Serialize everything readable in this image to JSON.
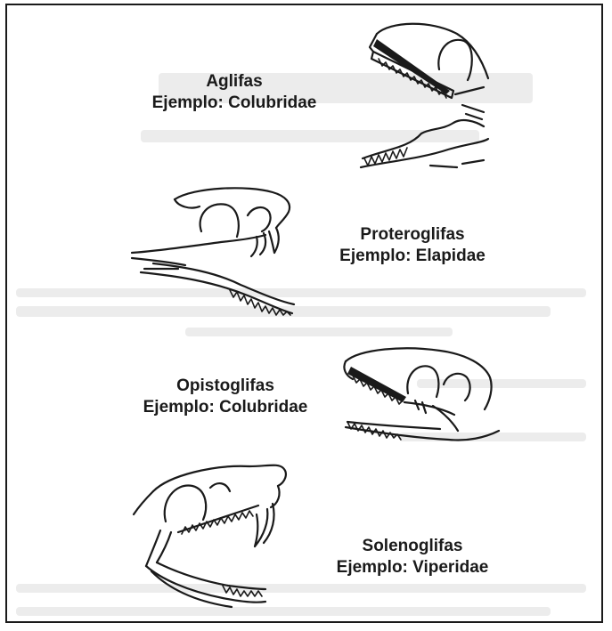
{
  "groups": [
    {
      "name": "Aglifas",
      "example": "Ejemplo: Colubridae",
      "icon": "aglyphous-snake-skull-icon"
    },
    {
      "name": "Proteroglifas",
      "example": "Ejemplo: Elapidae",
      "icon": "proteroglyphous-snake-skull-icon"
    },
    {
      "name": "Opistoglifas",
      "example": "Ejemplo: Colubridae",
      "icon": "opisthoglyphous-snake-skull-icon"
    },
    {
      "name": "Solenoglifas",
      "example": "Ejemplo: Viperidae",
      "icon": "solenoglyphous-snake-skull-icon"
    }
  ],
  "colors": {
    "ink": "#1a1a1a",
    "background": "#ffffff",
    "bleed": "#e6e6e6"
  }
}
